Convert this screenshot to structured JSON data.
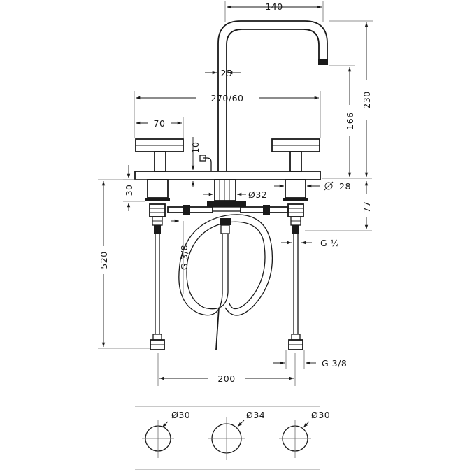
{
  "labels": {
    "spout_reach": "140",
    "spout_diameter": "25",
    "handle_spacing": "270/60",
    "handle_width": "70",
    "lever_height": "10",
    "spout_height": "166",
    "total_height": "230",
    "deck_thickness": "30",
    "shank_diameter": "28",
    "spout_shank_diameter": "Ø32",
    "below_deck_depth": "77",
    "hose_length": "520",
    "connection_hot_cold": "G ½",
    "connection_supply_left": "G 3/8",
    "connection_supply_bottom": "G 3/8",
    "supply_spacing": "200",
    "hole_left": "Ø30",
    "hole_center": "Ø34",
    "hole_right": "Ø30"
  }
}
